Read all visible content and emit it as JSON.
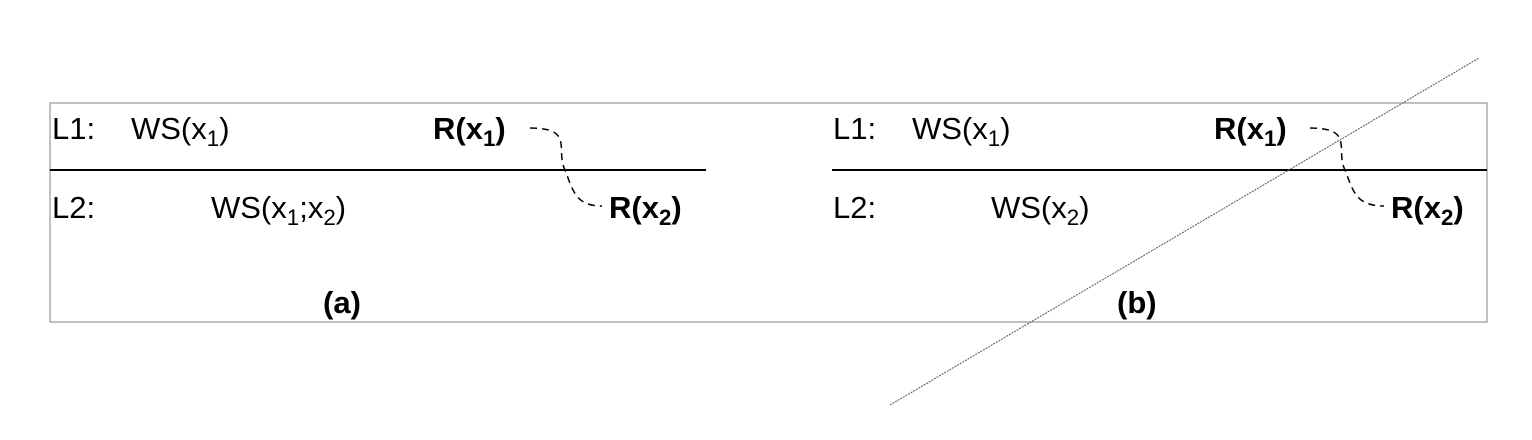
{
  "panel_a": {
    "l1_label": "L1:",
    "l2_label": "L2:",
    "l1_ws": {
      "fn": "WS(",
      "var": "x",
      "sub": "1",
      "close": ")"
    },
    "l1_read": {
      "fn": "R(",
      "var": "x",
      "sub": "1",
      "close": ")"
    },
    "l2_ws": {
      "fn": "WS(",
      "var1": "x",
      "sub1": "1",
      "sep": ";",
      "var2": "x",
      "sub2": "2",
      "close": ")"
    },
    "l2_read": {
      "fn": "R(",
      "var": "x",
      "sub": "2",
      "close": ")"
    },
    "caption": "(a)"
  },
  "panel_b": {
    "l1_label": "L1:",
    "l2_label": "L2:",
    "l1_ws": {
      "fn": "WS(",
      "var": "x",
      "sub": "1",
      "close": ")"
    },
    "l1_read": {
      "fn": "R(",
      "var": "x",
      "sub": "1",
      "close": ")"
    },
    "l2_ws": {
      "fn": "WS(",
      "var": "x",
      "sub": "2",
      "close": ")"
    },
    "l2_read": {
      "fn": "R(",
      "var": "x",
      "sub": "2",
      "close": ")"
    },
    "caption": "(b)"
  },
  "colors": {
    "ink": "#000000",
    "frame": "#808080",
    "strike": "#555555"
  }
}
